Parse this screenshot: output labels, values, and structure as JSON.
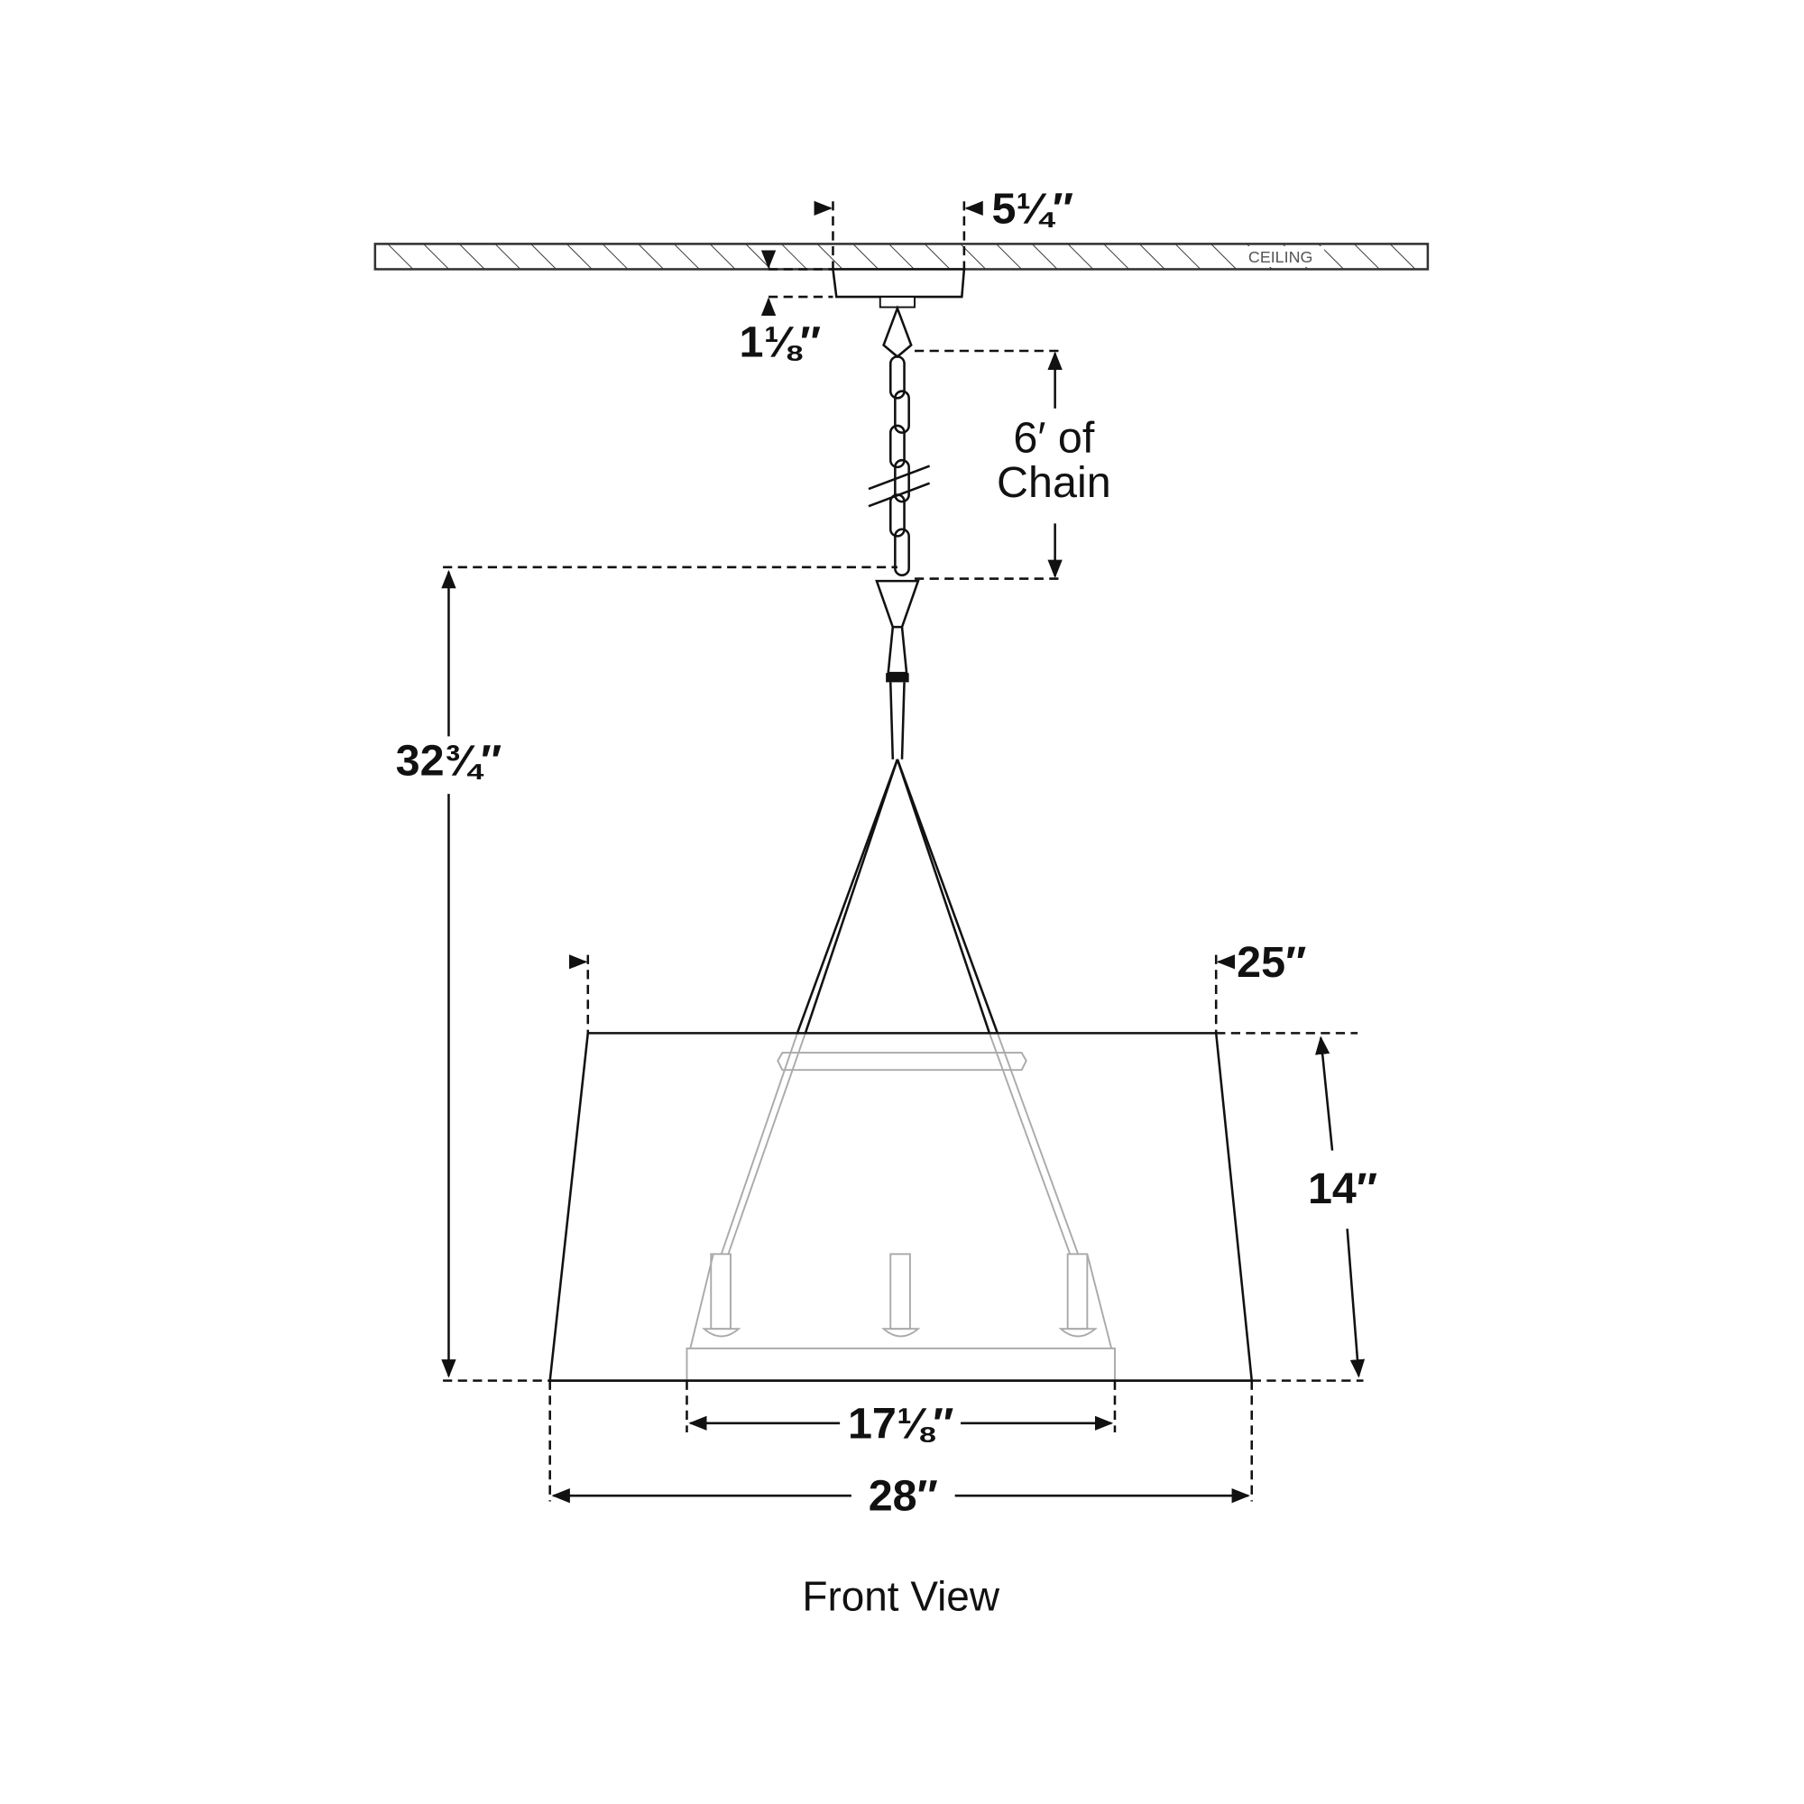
{
  "ceiling_label": "CEILING",
  "dimensions": {
    "canopy_width": "5¼″",
    "canopy_height": "1⅛″",
    "chain_line1": "6′ of",
    "chain_line2": "Chain",
    "overall_height": "32¾″",
    "shade_top_width": "25″",
    "shade_height": "14″",
    "base_width": "17⅛″",
    "shade_bottom_width": "28″"
  },
  "caption": "Front View",
  "colors": {
    "line": "#111111",
    "faint": "#aaaaaa"
  }
}
